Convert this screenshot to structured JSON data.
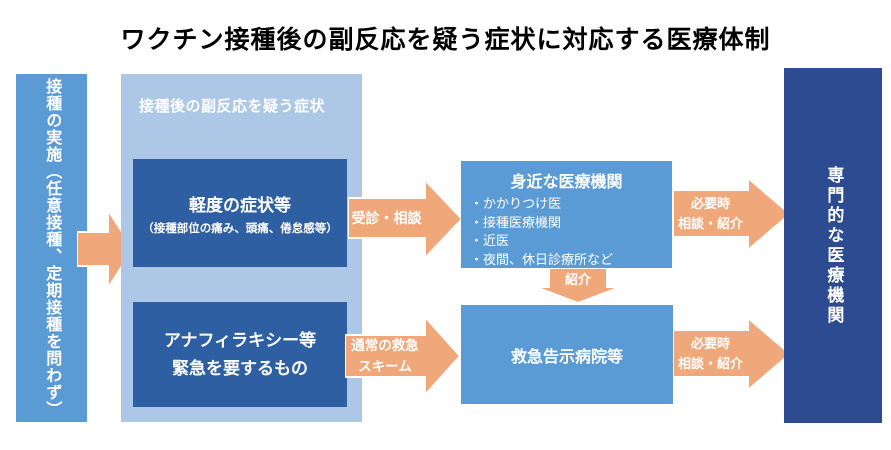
{
  "title": "ワクチン接種後の副反応を疑う症状に対応する医療体制",
  "left_bar": {
    "label": "接種の実施（任意接種、定期接種を問わず）"
  },
  "symptoms_panel": {
    "header": "接種後の副反応を疑う症状",
    "mild_box": {
      "title": "軽度の症状等",
      "subtitle": "（接種部位の痛み、頭痛、倦怠感等）"
    },
    "emergency_box": {
      "line1": "アナフィラキシー等",
      "line2": "緊急を要するもの"
    }
  },
  "arrows": {
    "consult_label": "受診・相談",
    "scheme_line1": "通常の救急",
    "scheme_line2": "スキーム",
    "referral_label": "紹介",
    "need_line1": "必要時",
    "need_line2": "相談・紹介"
  },
  "nearby_box": {
    "title": "身近な医療機関",
    "items": [
      "・かかりつけ医",
      "・接種医療機関",
      "・近医",
      "・夜間、休日診療所など"
    ]
  },
  "emergency_hospital_box": {
    "label": "救急告示病院等"
  },
  "right_bar": {
    "label": "専門的な医療機関"
  },
  "colors": {
    "medium_blue": "#5b9bd5",
    "light_blue": "#adc8e6",
    "dark_blue": "#2e5fa3",
    "navy": "#2d4b90",
    "orange": "#f0a87a",
    "title_text": "#000000",
    "box_text": "#ffffff"
  }
}
